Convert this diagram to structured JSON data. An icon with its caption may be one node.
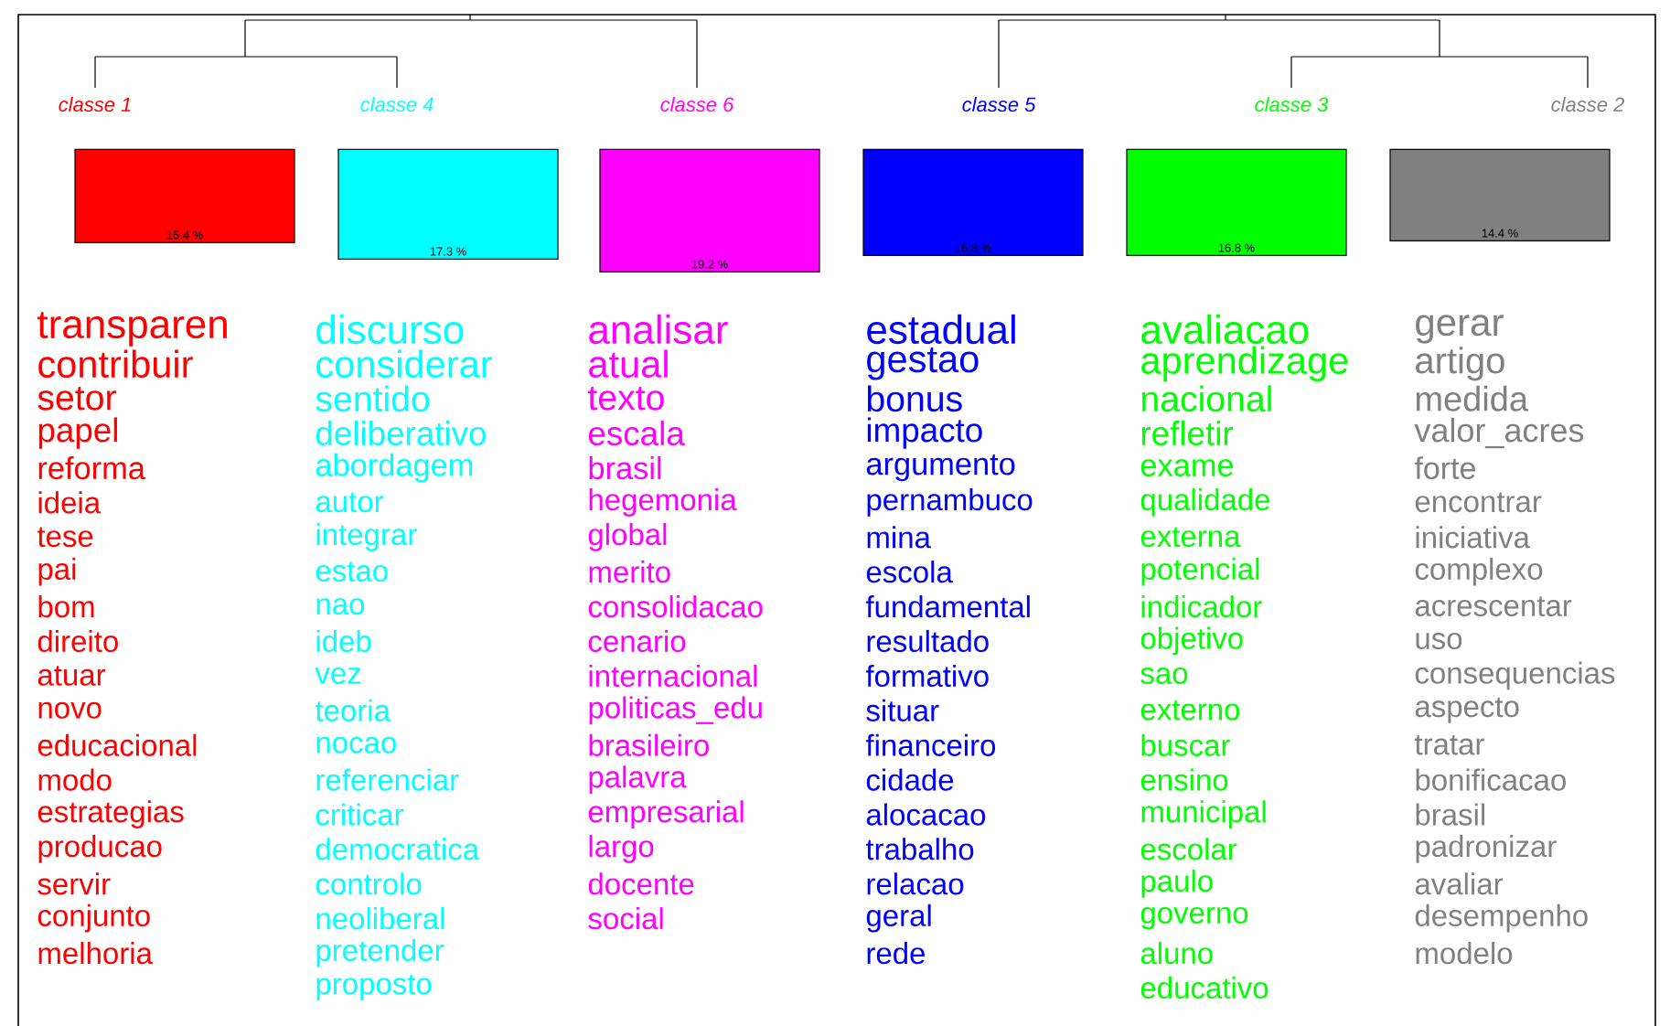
{
  "diagram": {
    "nodes": [
      {
        "text": [
          "classe 1",
          "15.4 %"
        ],
        "beside": [
          "transparen",
          "contribuir",
          "setor",
          "papel",
          "reforma",
          "ideia",
          "tese",
          "pai",
          "bom",
          "direito",
          "atuar",
          "novo",
          "educacional",
          "modo",
          "estrategias",
          "producao",
          "servir",
          "conjunto",
          "melhoria"
        ]
      },
      {
        "text": [
          "classe 4",
          "17.3 %"
        ],
        "beside": [
          "discurso",
          "considerar",
          "sentido",
          "deliberativo",
          "abordagem",
          "autor",
          "integrar",
          "estao",
          "nao",
          "ideb",
          "vez",
          "teoria",
          "nocao",
          "referenciar",
          "criticar",
          "democratica",
          "controlo",
          "neoliberal",
          "pretender",
          "proposto"
        ]
      },
      {
        "text": [
          "classe 6",
          "19.2 %"
        ],
        "beside": [
          "analisar",
          "atual",
          "texto",
          "escala",
          "brasil",
          "hegemonia",
          "global",
          "merito",
          "consolidacao",
          "cenario",
          "internacional",
          "politicas_edu",
          "brasileiro",
          "palavra",
          "empresarial",
          "largo",
          "docente",
          "social"
        ]
      },
      {
        "text": [
          "classe 5",
          "16.8 %"
        ],
        "beside": [
          "estadual",
          "gestao",
          "bonus",
          "impacto",
          "argumento",
          "pernambuco",
          "mina",
          "escola",
          "fundamental",
          "resultado",
          "formativo",
          "situar",
          "financeiro",
          "cidade",
          "alocacao",
          "trabalho",
          "relacao",
          "geral",
          "rede"
        ]
      },
      {
        "text": [
          "classe 3",
          "16.8 %"
        ],
        "beside": [
          "avaliacao",
          "aprendizage",
          "nacional",
          "refletir",
          "exame",
          "qualidade",
          "externa",
          "potencial",
          "indicador",
          "objetivo",
          "sao",
          "externo",
          "buscar",
          "ensino",
          "municipal",
          "escolar",
          "paulo",
          "governo",
          "aluno",
          "educativo"
        ]
      },
      {
        "text": [
          "classe 2",
          "14.4 %"
        ],
        "beside": [
          "gerar",
          "artigo",
          "medida",
          "valor_acres",
          "forte",
          "encontrar",
          "iniciativa",
          "complexo",
          "acrescentar",
          "uso",
          "consequencias",
          "aspecto",
          "tratar",
          "bonificacao",
          "brasil",
          "padronizar",
          "avaliar",
          "desempenho",
          "modelo"
        ]
      }
    ]
  }
}
